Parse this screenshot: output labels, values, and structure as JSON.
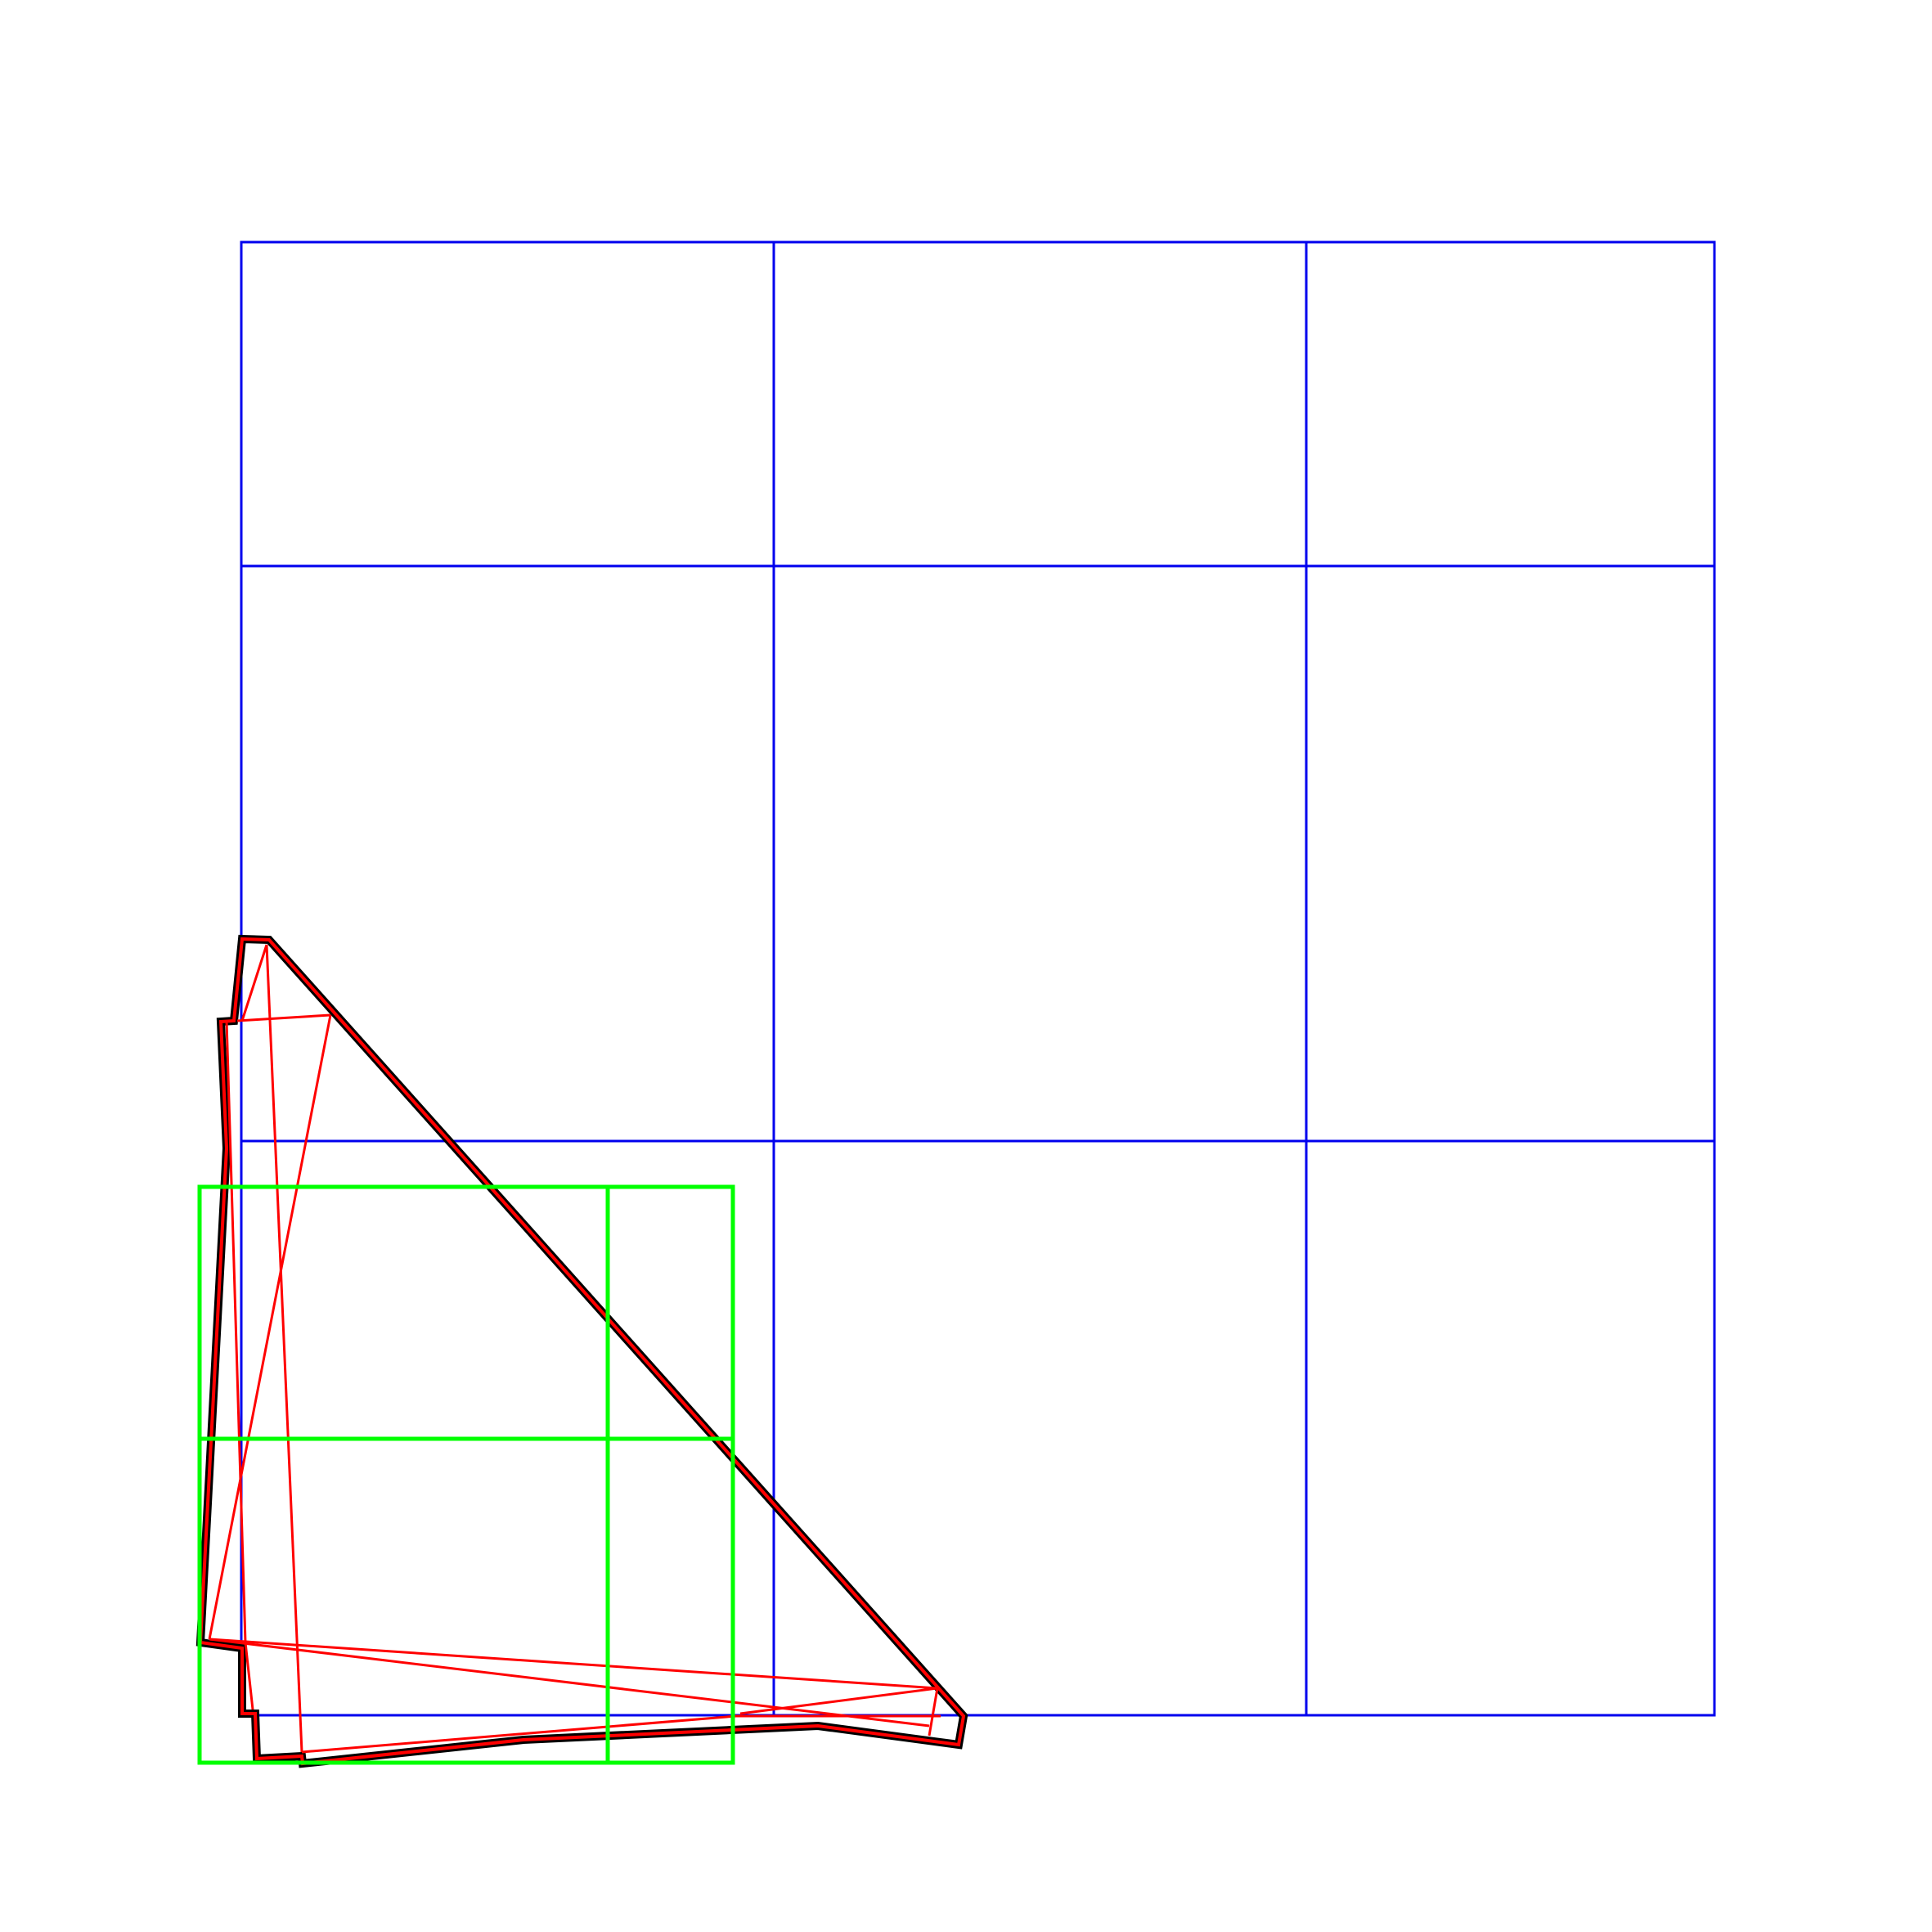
{
  "colors": {
    "background": "#ffffff",
    "blue_grid": "#0000ee",
    "green_grid": "#00ff00",
    "outline_outer": "#000000",
    "outline_inner": "#ff0000",
    "triangulation": "#ff0000"
  },
  "diagram": {
    "blue_grid": {
      "rows": 3,
      "columns": 3
    },
    "green_grid": {
      "rows": 2,
      "columns": 2
    },
    "shape": "polygon outline with triangulation overlay"
  }
}
